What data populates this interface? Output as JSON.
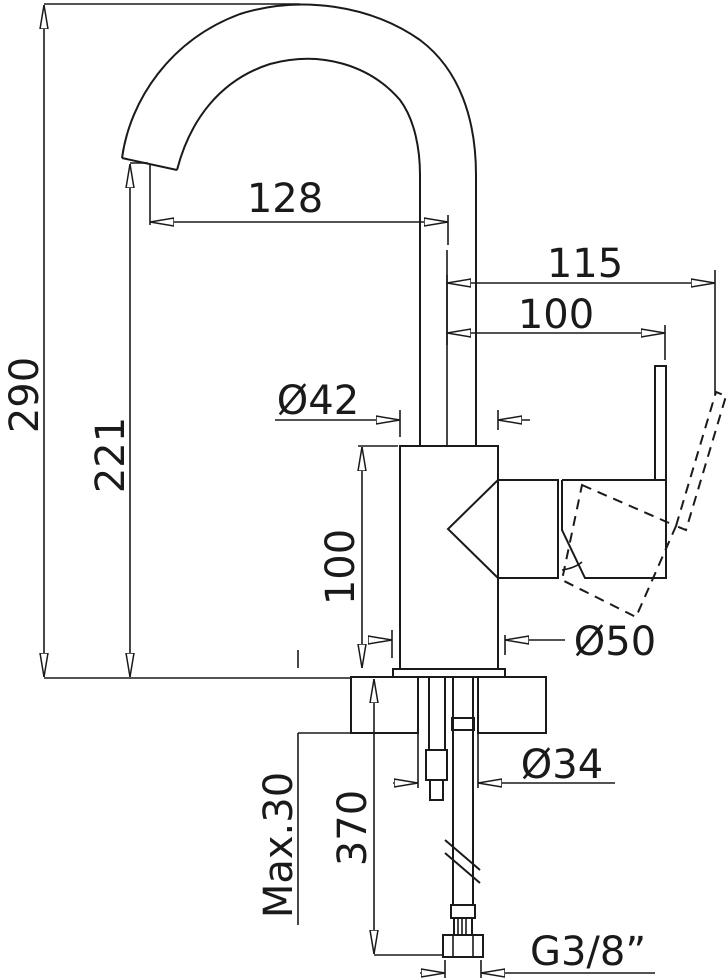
{
  "title": "Faucet dimension drawing",
  "dimensions": {
    "total_height": "290",
    "spout_height": "221",
    "spout_reach": "128",
    "lever_reach_open": "115",
    "lever_reach": "100",
    "spout_diameter": "Ø42",
    "body_height": "100",
    "body_diameter": "Ø50",
    "shank_diameter": "Ø34",
    "max_counter_thickness": "Max.30",
    "hose_length": "370",
    "connection_thread": "G3/8”"
  },
  "colors": {
    "line": "#1a1a1a",
    "background": "#ffffff"
  }
}
